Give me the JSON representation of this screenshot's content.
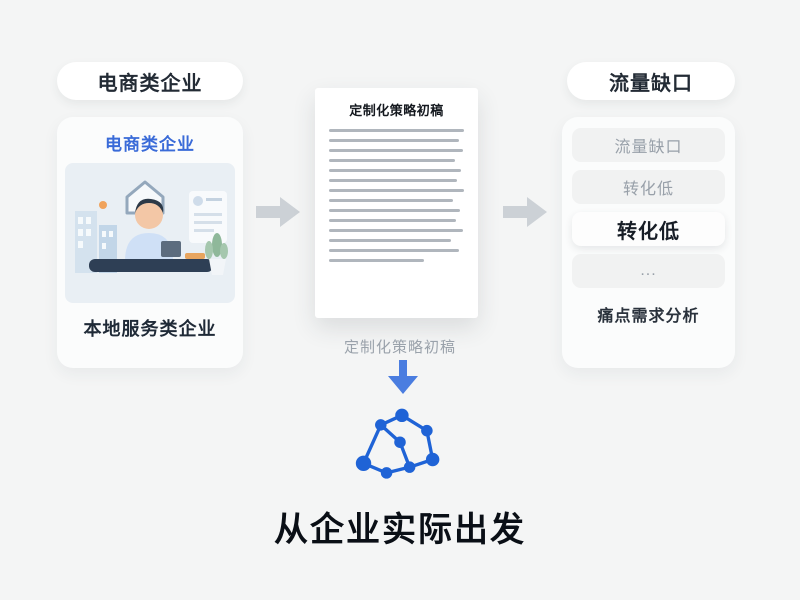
{
  "left": {
    "pill_label": "电商类企业",
    "card_title": "电商类企业",
    "card_caption": "本地服务类企业",
    "illustration_icon": "office-worker-desk-illustration"
  },
  "middle": {
    "doc_title": "定制化策略初稿",
    "caption": "定制化策略初稿",
    "headline": "从企业实际出发",
    "down_arrow_icon": "down-arrow-icon",
    "network_icon": "network-graph-icon"
  },
  "right": {
    "pill_label": "流量缺口",
    "items": [
      {
        "label": "流量缺口",
        "style": "muted"
      },
      {
        "label": "转化低",
        "style": "muted"
      },
      {
        "label": "转化低",
        "style": "highlight"
      },
      {
        "label": "...",
        "style": "muted"
      }
    ],
    "caption": "痛点需求分析"
  },
  "flow": {
    "arrow_icon": "right-arrow-icon",
    "sequence": [
      "电商类企业",
      "定制化策略初稿",
      "流量缺口"
    ]
  },
  "colors": {
    "accent_blue": "#2266d3",
    "title_blue": "#3a6bd8",
    "arrow_gray": "#ccd1d6",
    "background": "#f4f5f5",
    "muted_text": "#98a0a9",
    "dark_text": "#1f2a37"
  }
}
